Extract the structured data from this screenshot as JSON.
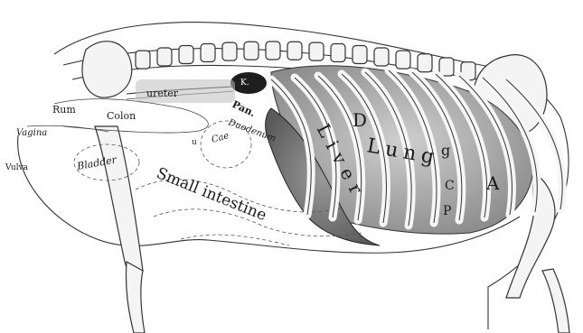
{
  "labels": {
    "rum": "Rum",
    "vagina": "Vagina",
    "vulva": "Vulva",
    "colon": "Colon",
    "ureter": "ureter",
    "kidney": "K.",
    "pancreas": "Pan.",
    "duodenum": "Duodenum",
    "caecum": "Cae",
    "bladder": "Bladder",
    "small_intestine": "Small intestine",
    "liver": "Liver",
    "lung": "Lung",
    "d": "D",
    "g": "g",
    "c": "C",
    "p": "P",
    "a": "A",
    "u": "u"
  }
}
